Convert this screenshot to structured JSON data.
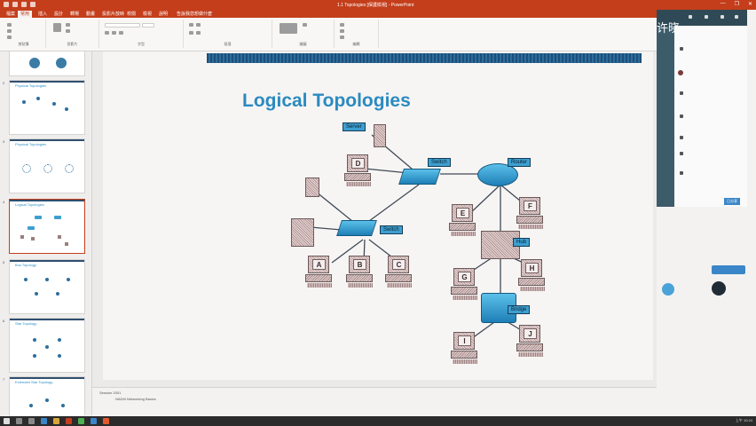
{
  "window": {
    "doc_title": "1.1 Topologies [保護檢視] - PowerPoint",
    "controls": [
      "—",
      "❐",
      "✕"
    ]
  },
  "tabs": [
    "檔案",
    "常用",
    "插入",
    "設計",
    "轉場",
    "動畫",
    "投影片放映",
    "校閱",
    "檢視",
    "說明",
    "告訴我您想做什麼"
  ],
  "ribbon": {
    "groups": [
      "剪貼簿",
      "投影片",
      "字型",
      "段落",
      "繪圖",
      "編輯"
    ]
  },
  "thumbnails": [
    {
      "num": "1",
      "title": ""
    },
    {
      "num": "2",
      "title": "Physical Topologies"
    },
    {
      "num": "3",
      "title": "Physical Topologies"
    },
    {
      "num": "4",
      "title": "Logical Topologies"
    },
    {
      "num": "5",
      "title": "Bus Topology"
    },
    {
      "num": "6",
      "title": "Star Topology"
    },
    {
      "num": "7",
      "title": "Extended Star Topology"
    }
  ],
  "slide": {
    "title": "Logical Topologies",
    "labels": {
      "server": "Server",
      "switch_top": "Switch",
      "switch_bottom": "Switch",
      "router": "Router",
      "hub": "Hub",
      "bridge": "Bridge"
    },
    "pcs": [
      "D",
      "A",
      "B",
      "C",
      "E",
      "F",
      "G",
      "H",
      "I",
      "J"
    ]
  },
  "notes": {
    "line1": "Session 2001",
    "line2": "NADM Networking Basics"
  },
  "side_panel": {
    "hanzi": "许晓",
    "pill": "已分享"
  },
  "taskbar": {
    "clock": "上午 10:24"
  },
  "colors": {
    "brand": "#c43e1c",
    "title": "#2b8ac0",
    "device": "#3d9fd0"
  }
}
